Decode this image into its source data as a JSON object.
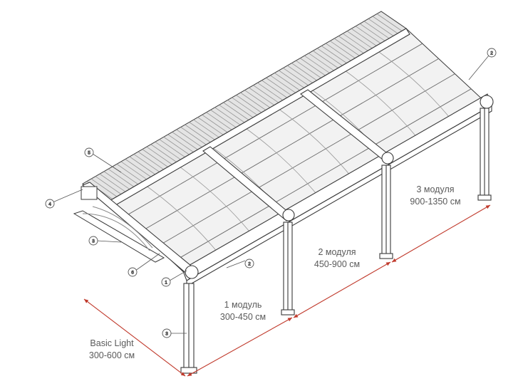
{
  "colors": {
    "line": "#3a3a3a",
    "fabric": "#cfcfcf",
    "dimension": "#c0392b",
    "text": "#5a5a5a"
  },
  "dimensions": [
    {
      "title": "Basic Light",
      "range": "300-600 см"
    },
    {
      "title": "1 модуль",
      "range": "300-450 см"
    },
    {
      "title": "2 модуля",
      "range": "450-900 см"
    },
    {
      "title": "3 модуля",
      "range": "900-1350 см"
    }
  ],
  "callouts": [
    "1",
    "2",
    "2",
    "3",
    "3",
    "4",
    "5",
    "6"
  ]
}
